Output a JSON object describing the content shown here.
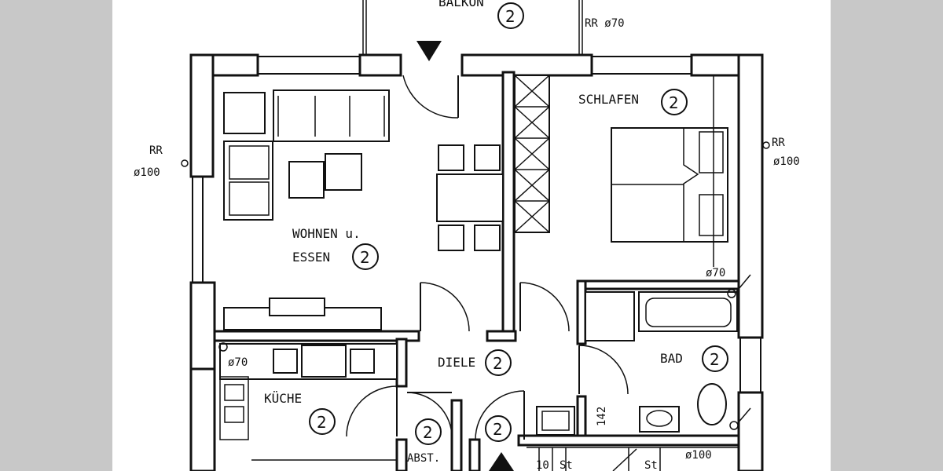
{
  "rooms": {
    "balkon": "BALKON",
    "wohnen_line1": "WOHNEN u.",
    "wohnen_line2": "ESSEN",
    "schlafen": "SCHLAFEN",
    "diele": "DIELE",
    "bad": "BAD",
    "kueche": "KÜCHE",
    "abst": "ABST."
  },
  "room_number": "2",
  "pipes": {
    "rr": "RR",
    "d100": "ø100",
    "d70": "ø70",
    "rr_d70": "RR ø70"
  },
  "stair_labels": {
    "step10": "10",
    "steps_left": "St",
    "steps_right": "St"
  },
  "misc": {
    "dim_142": "142"
  }
}
